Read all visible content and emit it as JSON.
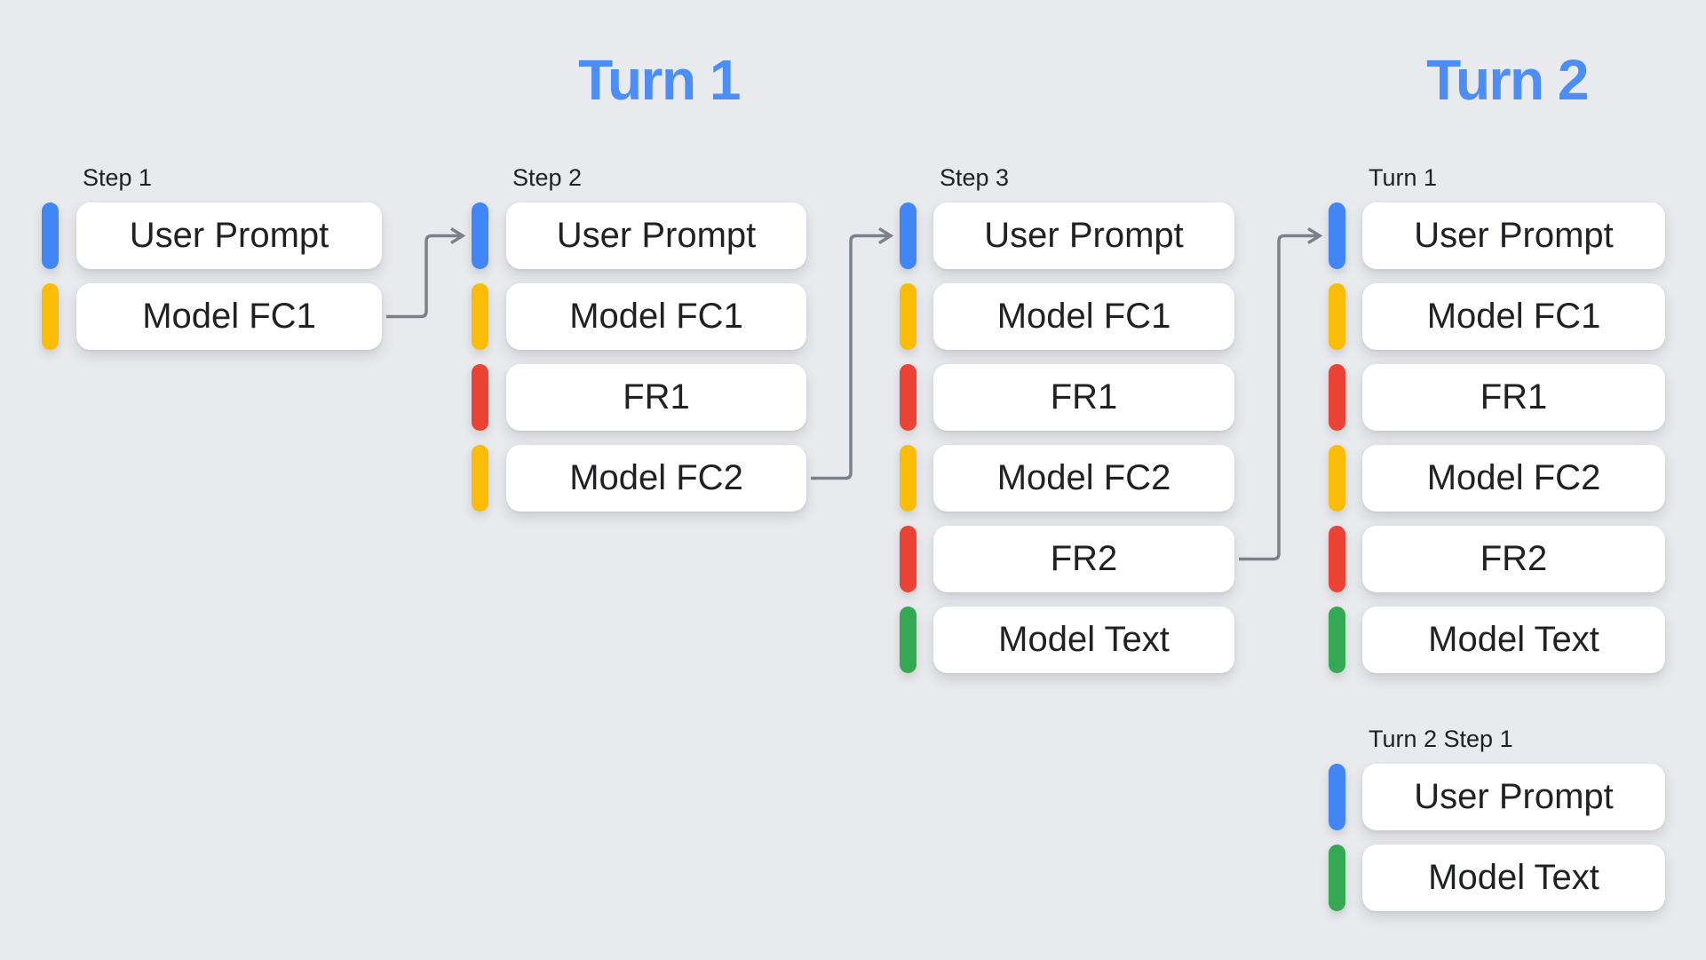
{
  "palette": {
    "background": "#e9eaee",
    "box_bg": "#ffffff",
    "text": "#202124",
    "title_blue": "#4c8df6",
    "arrow": "#7b8187",
    "blue": "#4285f4",
    "yellow": "#fbbc05",
    "red": "#ea4335",
    "green": "#34a853"
  },
  "titles": [
    {
      "id": "turn-1",
      "text": "Turn 1"
    },
    {
      "id": "turn-2",
      "text": "Turn 2"
    }
  ],
  "columns": [
    {
      "id": "step-1",
      "label": "Step 1",
      "items": [
        {
          "text": "User Prompt",
          "color": "blue"
        },
        {
          "text": "Model FC1",
          "color": "yellow"
        }
      ]
    },
    {
      "id": "step-2",
      "label": "Step 2",
      "items": [
        {
          "text": "User Prompt",
          "color": "blue"
        },
        {
          "text": "Model FC1",
          "color": "yellow"
        },
        {
          "text": "FR1",
          "color": "red"
        },
        {
          "text": "Model FC2",
          "color": "yellow"
        }
      ]
    },
    {
      "id": "step-3",
      "label": "Step 3",
      "items": [
        {
          "text": "User Prompt",
          "color": "blue"
        },
        {
          "text": "Model FC1",
          "color": "yellow"
        },
        {
          "text": "FR1",
          "color": "red"
        },
        {
          "text": "Model FC2",
          "color": "yellow"
        },
        {
          "text": "FR2",
          "color": "red"
        },
        {
          "text": "Model Text",
          "color": "green"
        }
      ]
    },
    {
      "id": "turn-1-history",
      "label": "Turn 1",
      "items": [
        {
          "text": "User Prompt",
          "color": "blue"
        },
        {
          "text": "Model FC1",
          "color": "yellow"
        },
        {
          "text": "FR1",
          "color": "red"
        },
        {
          "text": "Model FC2",
          "color": "yellow"
        },
        {
          "text": "FR2",
          "color": "red"
        },
        {
          "text": "Model Text",
          "color": "green"
        }
      ]
    },
    {
      "id": "turn-2-step-1",
      "label": "Turn 2 Step 1",
      "items": [
        {
          "text": "User Prompt",
          "color": "blue"
        },
        {
          "text": "Model Text",
          "color": "green"
        }
      ]
    }
  ],
  "arrows": [
    {
      "from": "step-1",
      "from_item": 1,
      "to": "step-2",
      "to_item": 0
    },
    {
      "from": "step-2",
      "from_item": 3,
      "to": "step-3",
      "to_item": 0
    },
    {
      "from": "step-3",
      "from_item": 4,
      "to": "turn-1-history",
      "to_item": 0
    }
  ]
}
